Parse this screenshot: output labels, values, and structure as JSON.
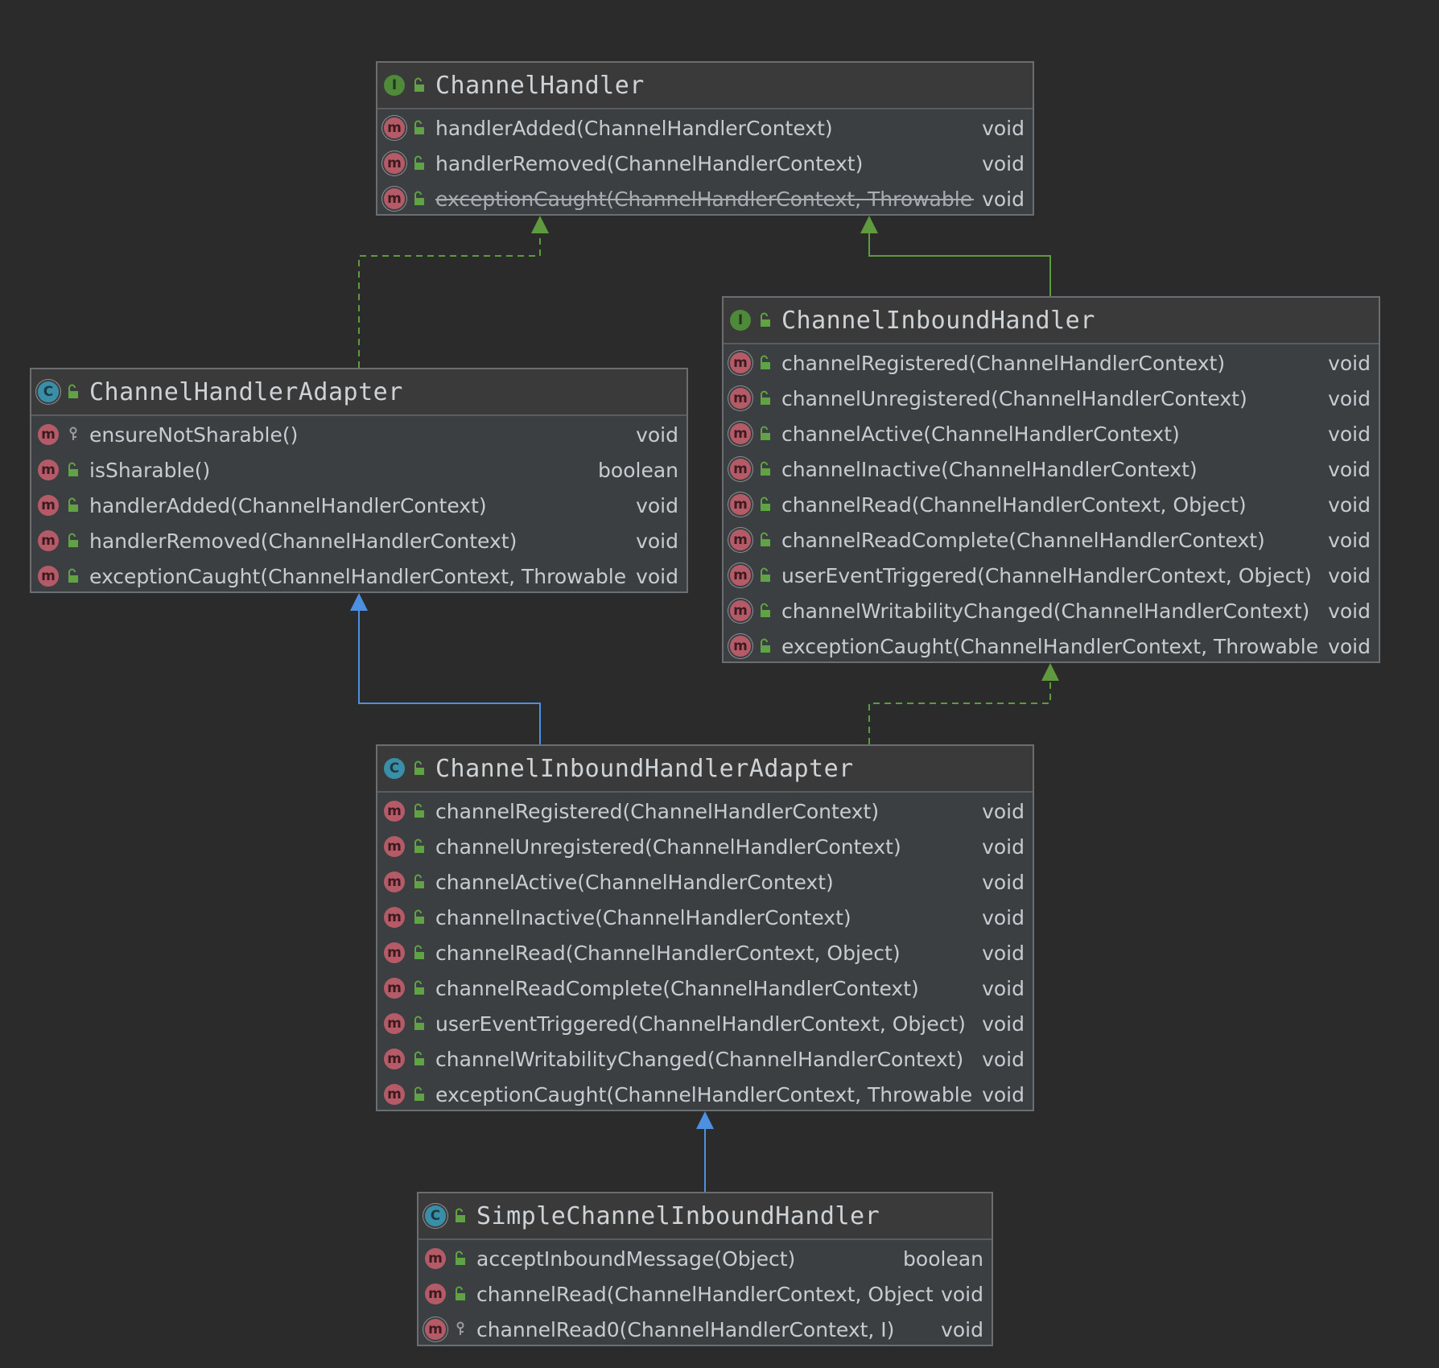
{
  "colors": {
    "background": "#2b2b2b",
    "interface_edge": "#5f9a3f",
    "class_edge": "#4d8fe0"
  },
  "classes": {
    "channel_handler": {
      "kind": "interface",
      "kind_glyph": "I",
      "name": "ChannelHandler",
      "methods": [
        {
          "signature": "handlerAdded(ChannelHandlerContext)",
          "returns": "void",
          "deprecated": false,
          "visibility": "public"
        },
        {
          "signature": "handlerRemoved(ChannelHandlerContext)",
          "returns": "void",
          "deprecated": false,
          "visibility": "public"
        },
        {
          "signature": "exceptionCaught(ChannelHandlerContext, Throwable)",
          "returns": "void",
          "deprecated": true,
          "visibility": "public"
        }
      ]
    },
    "channel_handler_adapter": {
      "kind": "abstract-class",
      "kind_glyph": "C",
      "name": "ChannelHandlerAdapter",
      "methods": [
        {
          "signature": "ensureNotSharable()",
          "returns": "void",
          "deprecated": false,
          "visibility": "protected"
        },
        {
          "signature": "isSharable()",
          "returns": "boolean",
          "deprecated": false,
          "visibility": "public"
        },
        {
          "signature": "handlerAdded(ChannelHandlerContext)",
          "returns": "void",
          "deprecated": false,
          "visibility": "public"
        },
        {
          "signature": "handlerRemoved(ChannelHandlerContext)",
          "returns": "void",
          "deprecated": false,
          "visibility": "public"
        },
        {
          "signature": "exceptionCaught(ChannelHandlerContext, Throwable)",
          "returns": "void",
          "deprecated": false,
          "visibility": "public"
        }
      ]
    },
    "channel_inbound_handler": {
      "kind": "interface",
      "kind_glyph": "I",
      "name": "ChannelInboundHandler",
      "methods": [
        {
          "signature": "channelRegistered(ChannelHandlerContext)",
          "returns": "void",
          "deprecated": false,
          "visibility": "public"
        },
        {
          "signature": "channelUnregistered(ChannelHandlerContext)",
          "returns": "void",
          "deprecated": false,
          "visibility": "public"
        },
        {
          "signature": "channelActive(ChannelHandlerContext)",
          "returns": "void",
          "deprecated": false,
          "visibility": "public"
        },
        {
          "signature": "channelInactive(ChannelHandlerContext)",
          "returns": "void",
          "deprecated": false,
          "visibility": "public"
        },
        {
          "signature": "channelRead(ChannelHandlerContext, Object)",
          "returns": "void",
          "deprecated": false,
          "visibility": "public"
        },
        {
          "signature": "channelReadComplete(ChannelHandlerContext)",
          "returns": "void",
          "deprecated": false,
          "visibility": "public"
        },
        {
          "signature": "userEventTriggered(ChannelHandlerContext, Object)",
          "returns": "void",
          "deprecated": false,
          "visibility": "public"
        },
        {
          "signature": "channelWritabilityChanged(ChannelHandlerContext)",
          "returns": "void",
          "deprecated": false,
          "visibility": "public"
        },
        {
          "signature": "exceptionCaught(ChannelHandlerContext, Throwable)",
          "returns": "void",
          "deprecated": false,
          "visibility": "public"
        }
      ]
    },
    "channel_inbound_handler_adapter": {
      "kind": "class",
      "kind_glyph": "C",
      "name": "ChannelInboundHandlerAdapter",
      "methods": [
        {
          "signature": "channelRegistered(ChannelHandlerContext)",
          "returns": "void",
          "deprecated": false,
          "visibility": "public"
        },
        {
          "signature": "channelUnregistered(ChannelHandlerContext)",
          "returns": "void",
          "deprecated": false,
          "visibility": "public"
        },
        {
          "signature": "channelActive(ChannelHandlerContext)",
          "returns": "void",
          "deprecated": false,
          "visibility": "public"
        },
        {
          "signature": "channelInactive(ChannelHandlerContext)",
          "returns": "void",
          "deprecated": false,
          "visibility": "public"
        },
        {
          "signature": "channelRead(ChannelHandlerContext, Object)",
          "returns": "void",
          "deprecated": false,
          "visibility": "public"
        },
        {
          "signature": "channelReadComplete(ChannelHandlerContext)",
          "returns": "void",
          "deprecated": false,
          "visibility": "public"
        },
        {
          "signature": "userEventTriggered(ChannelHandlerContext, Object)",
          "returns": "void",
          "deprecated": false,
          "visibility": "public"
        },
        {
          "signature": "channelWritabilityChanged(ChannelHandlerContext)",
          "returns": "void",
          "deprecated": false,
          "visibility": "public"
        },
        {
          "signature": "exceptionCaught(ChannelHandlerContext, Throwable)",
          "returns": "void",
          "deprecated": false,
          "visibility": "public"
        }
      ]
    },
    "simple_channel_inbound_handler": {
      "kind": "abstract-class",
      "kind_glyph": "C",
      "name": "SimpleChannelInboundHandler",
      "methods": [
        {
          "signature": "acceptInboundMessage(Object)",
          "returns": "boolean",
          "deprecated": false,
          "visibility": "public"
        },
        {
          "signature": "channelRead(ChannelHandlerContext, Object)",
          "returns": "void",
          "deprecated": false,
          "visibility": "public"
        },
        {
          "signature": "channelRead0(ChannelHandlerContext, I)",
          "returns": "void",
          "deprecated": false,
          "visibility": "protected"
        }
      ]
    }
  },
  "relations": [
    {
      "from": "channel_handler_adapter",
      "to": "channel_handler",
      "type": "implements"
    },
    {
      "from": "channel_inbound_handler",
      "to": "channel_handler",
      "type": "extends"
    },
    {
      "from": "channel_inbound_handler_adapter",
      "to": "channel_handler_adapter",
      "type": "extends"
    },
    {
      "from": "channel_inbound_handler_adapter",
      "to": "channel_inbound_handler",
      "type": "implements"
    },
    {
      "from": "simple_channel_inbound_handler",
      "to": "channel_inbound_handler_adapter",
      "type": "extends"
    }
  ]
}
